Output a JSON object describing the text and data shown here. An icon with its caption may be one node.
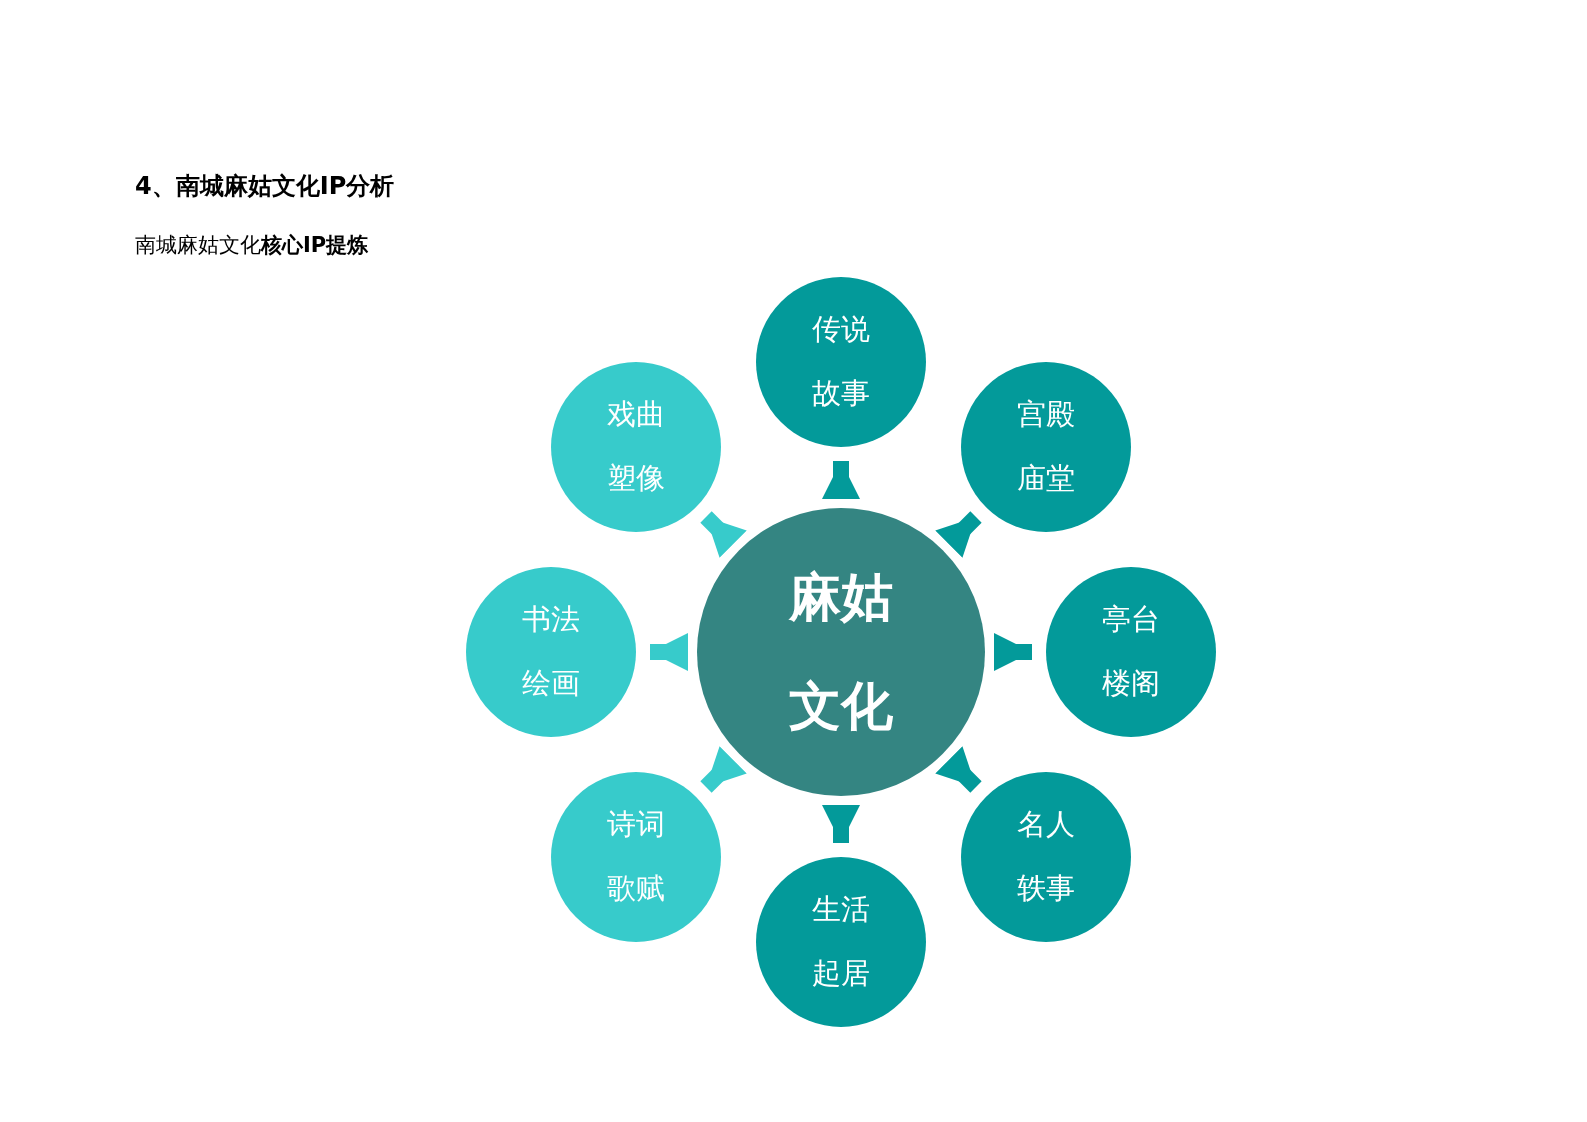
{
  "diagram": {
    "title": "4、南城麻姑文化IP分析",
    "nodes": [
      {
        "text": [
          "传说故事"
        ]
      },
      {
        "text": [
          "戏曲塑像"
        ]
      },
      {
        "text": [
          "宫殿庙堂"
        ]
      },
      {
        "text": [
          "书法绘画"
        ]
      },
      {
        "text": [
          "麻姑文化"
        ]
      },
      {
        "text": [
          "亭台楼阁"
        ]
      },
      {
        "text": [
          "诗词歌赋"
        ]
      },
      {
        "text": [
          "名人轶事"
        ]
      },
      {
        "text": [
          "生活起居"
        ]
      }
    ],
    "edges": [
      {
        "from": 4,
        "to": 0,
        "arrow": "to"
      },
      {
        "from": 4,
        "to": 1,
        "arrow": "to",
        "color": "#37cbcb"
      },
      {
        "from": 4,
        "to": 2,
        "arrow": "to"
      },
      {
        "from": 4,
        "to": 3,
        "arrow": "to",
        "color": "#37cbcb"
      },
      {
        "from": 4,
        "to": 5,
        "arrow": "to"
      },
      {
        "from": 4,
        "to": 6,
        "arrow": "to",
        "color": "#37cbcb"
      },
      {
        "from": 4,
        "to": 7,
        "arrow": "to"
      },
      {
        "from": 4,
        "to": 8,
        "arrow": "to"
      }
    ],
    "labels": [
      "南城麻姑文化**核心IP提炼**"
    ]
  }
}
